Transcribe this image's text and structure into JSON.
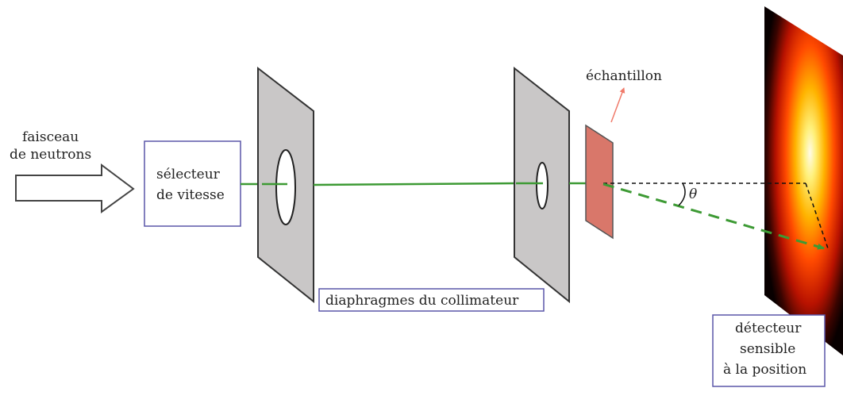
{
  "labels": {
    "beam_line1": "faisceau",
    "beam_line2": "de neutrons",
    "selector_line1": "sélecteur",
    "selector_line2": "de vitesse",
    "sample": "échantillon",
    "collimator": "diaphragmes du collimateur",
    "angle": "θ",
    "detector_line1": "détecteur",
    "detector_line2": "sensible",
    "detector_line3": "à la position"
  },
  "colors": {
    "beam": "#3d9a34",
    "plate": "#c9c7c7",
    "sample": "#d9776a",
    "box_border": "#5a56a8",
    "sample_pointer": "#f07a6a"
  }
}
